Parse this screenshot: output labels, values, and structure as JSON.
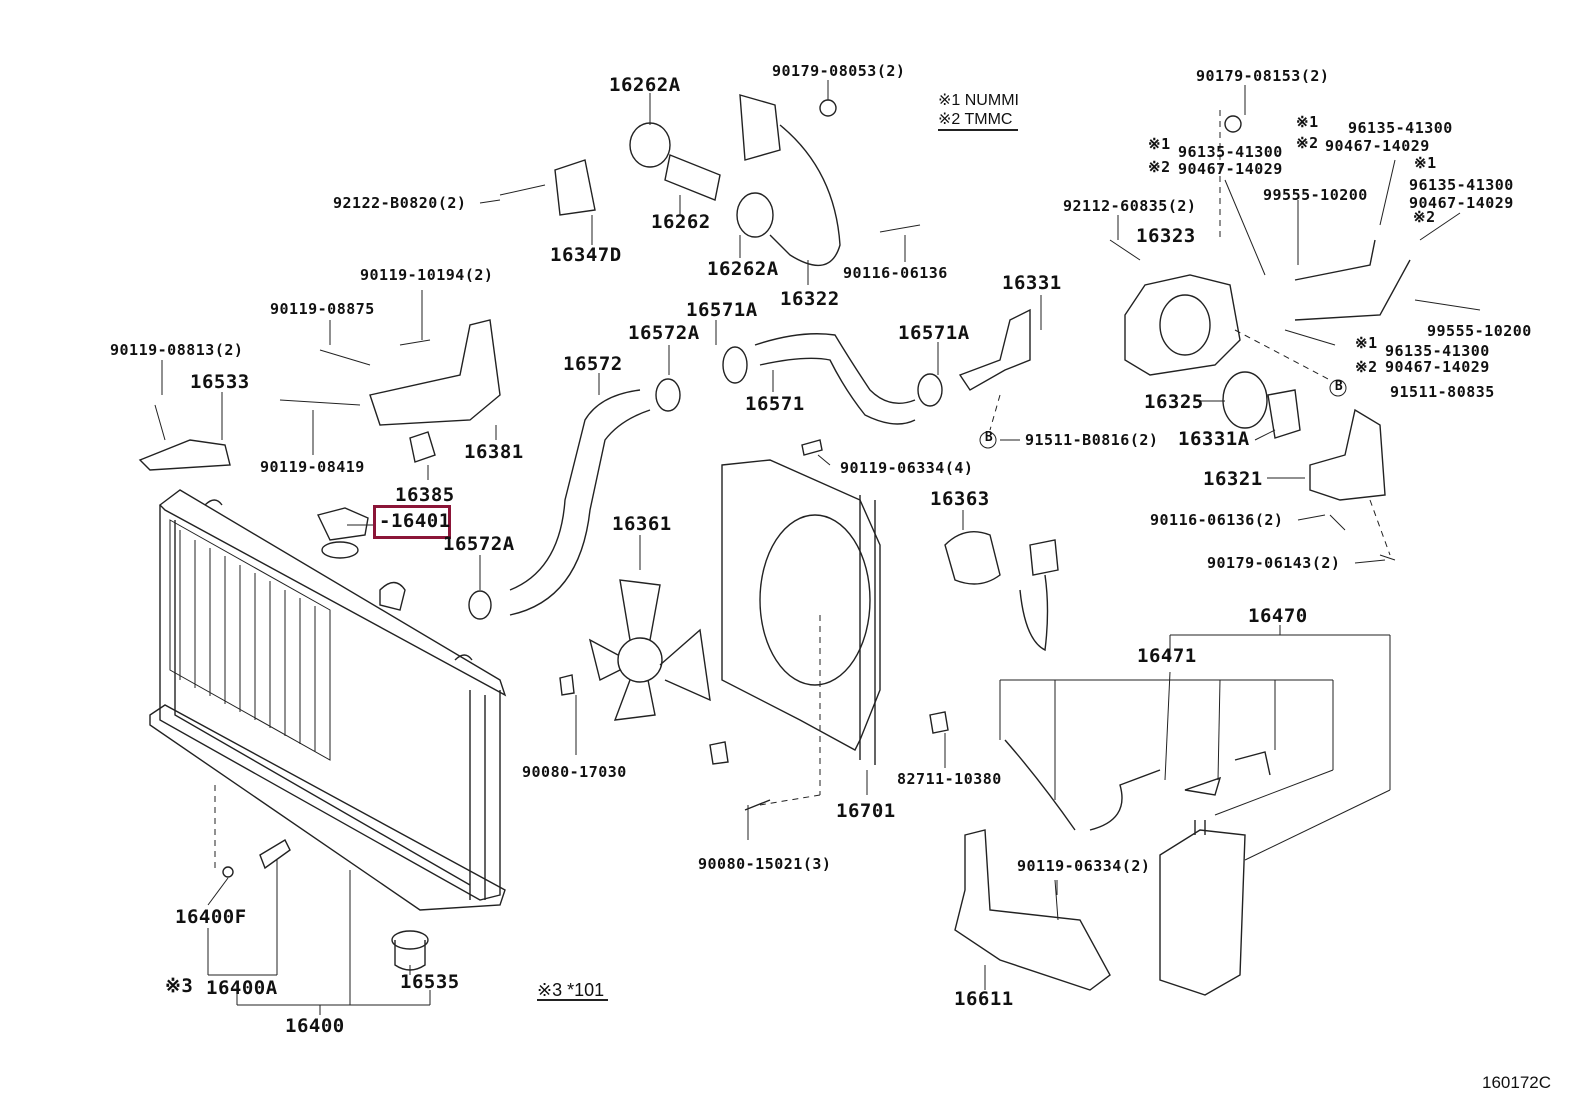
{
  "diagram": {
    "title": "Radiator & Water Outlet parts diagram",
    "highlight_color": "#8b1538",
    "highlighted_part": "16401",
    "diagram_id": "160172C",
    "legend": {
      "note1": "※1 NUMMI",
      "note2": "※2 TMMC",
      "note3": "※3 *101"
    },
    "labels": {
      "p16262A_top": "16262A",
      "p90179_08053": "90179-08053(2)",
      "p92122_B0820": "92122-B0820(2)",
      "p16262": "16262",
      "p16347D": "16347D",
      "p16262A_bot": "16262A",
      "p90116_06136": "90116-06136",
      "p16322": "16322",
      "p90119_10194": "90119-10194(2)",
      "p90119_08875": "90119-08875",
      "p90119_08813": "90119-08813(2)",
      "p16533": "16533",
      "p90119_08419": "90119-08419",
      "p16381": "16381",
      "p16385": "16385",
      "p16401": "-16401",
      "p16571A_a": "16571A",
      "p16572A_top": "16572A",
      "p16572": "16572",
      "p16571": "16571",
      "p16571A_b": "16571A",
      "p16331": "16331",
      "p16572A_bot": "16572A",
      "p16361": "16361",
      "p90119_06334_4": "90119-06334(4)",
      "p16363": "16363",
      "p91511_B0816": "91511-B0816(2)",
      "p16331A": "16331A",
      "p90179_08153": "90179-08153(2)",
      "p96135_41300_a": "96135-41300",
      "p90467_14029_a": "90467-14029",
      "p96135_41300_b": "96135-41300",
      "p90467_14029_b": "90467-14029",
      "p96135_41300_c": "96135-41300",
      "p90467_14029_c": "90467-14029",
      "p92112_60835": "92112-60835(2)",
      "p16323": "16323",
      "p99555_10200_a": "99555-10200",
      "p99555_10200_b": "99555-10200",
      "p96135_41300_d": "96135-41300",
      "p90467_14029_d": "90467-14029",
      "p91511_80835": "91511-80835",
      "p16325": "16325",
      "p16321": "16321",
      "p90116_06136_2": "90116-06136(2)",
      "p90179_06143": "90179-06143(2)",
      "p16470": "16470",
      "p16471": "16471",
      "p90080_17030": "90080-17030",
      "p82711_10380": "82711-10380",
      "p16701": "16701",
      "p90080_15021": "90080-15021(3)",
      "p90119_06334_2": "90119-06334(2)",
      "p16611": "16611",
      "p16400F": "16400F",
      "p16400A": "16400A",
      "p16535": "16535",
      "p16400": "16400"
    },
    "markers": {
      "m1a": "※1",
      "m2a": "※2",
      "m1b": "※1",
      "m2b": "※2",
      "m1c": "※1",
      "m2c": "※2",
      "m1d": "※1",
      "m2d": "※2",
      "m3": "※3",
      "bolt_b": "B"
    }
  }
}
